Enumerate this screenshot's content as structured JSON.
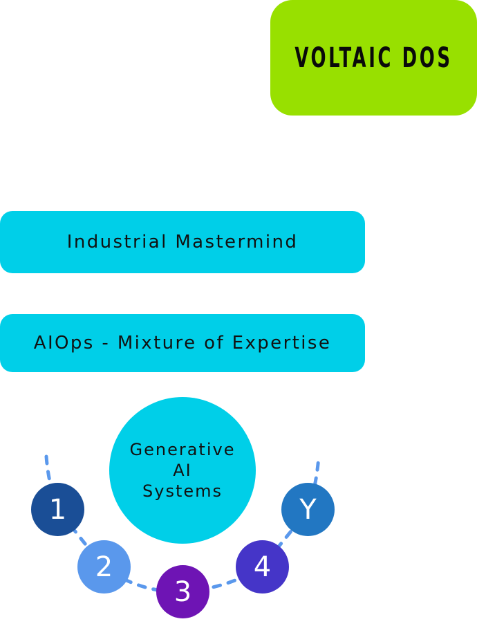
{
  "title": {
    "text": "VOLTAIC DOS",
    "color": "#98e000"
  },
  "layers": [
    {
      "label": "Industrial Mastermind",
      "color": "#00cfe8"
    },
    {
      "label": "AIOps - Mixture of Expertise",
      "color": "#00cfe8"
    }
  ],
  "core": {
    "lines": [
      "Generative",
      "AI",
      "Systems"
    ],
    "color": "#00cfe8"
  },
  "nodes": [
    {
      "label": "1",
      "color": "#1a4e96"
    },
    {
      "label": "2",
      "color": "#5a98ec"
    },
    {
      "label": "3",
      "color": "#6e14b4"
    },
    {
      "label": "4",
      "color": "#4535c8"
    },
    {
      "label": "Y",
      "color": "#2277c2"
    }
  ],
  "connector": {
    "style": "dashed",
    "color": "#5a98ec"
  }
}
